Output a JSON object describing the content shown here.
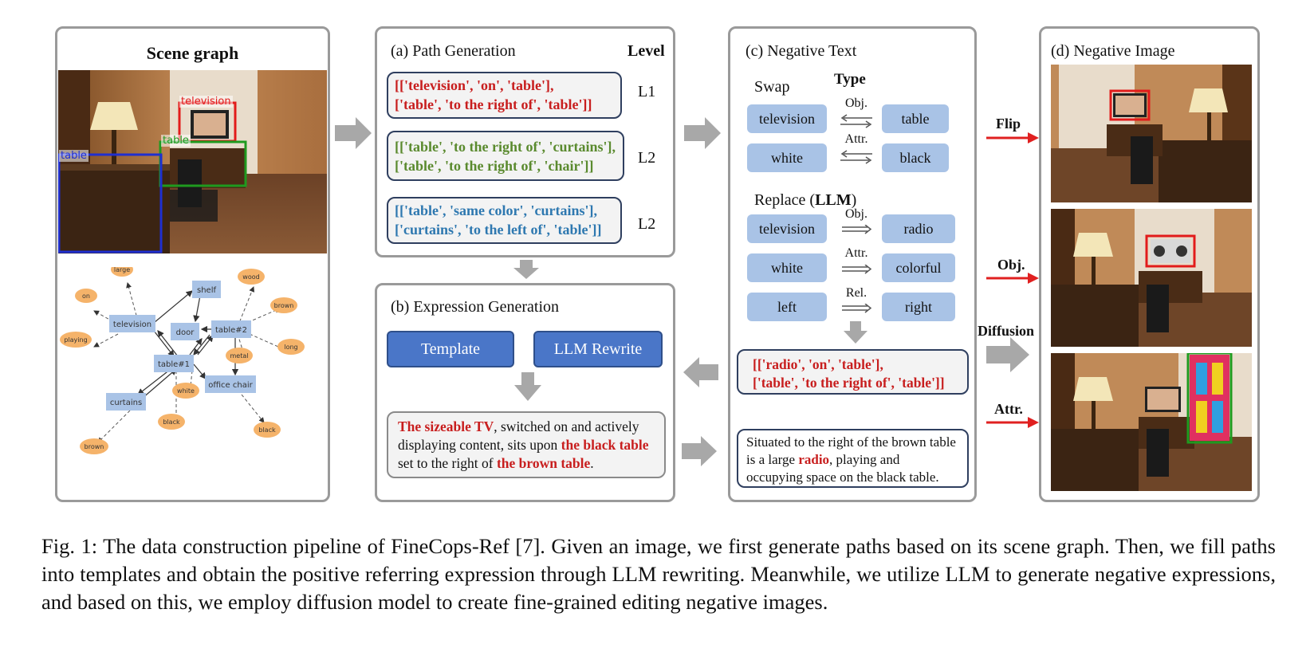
{
  "scene_graph": {
    "title": "Scene graph",
    "boxes": {
      "television": "television",
      "table_green": "table",
      "table_blue": "table"
    },
    "nodes": {
      "shelf": "shelf",
      "television": "television",
      "door": "door",
      "table2": "table#2",
      "table1": "table#1",
      "office_chair": "office chair",
      "curtains": "curtains"
    },
    "attrs": {
      "large": "large",
      "on": "on",
      "playing": "playing",
      "wood": "wood",
      "brown1": "brown",
      "long": "long",
      "metal": "metal",
      "white": "white",
      "black1": "black",
      "black2": "black",
      "brown2": "brown"
    }
  },
  "path_generation": {
    "title": "(a) Path Generation",
    "level_header": "Level",
    "paths": [
      {
        "line1": "[['television', 'on', 'table'],",
        "line2": "['table', 'to the right of', 'table']]",
        "level": "L1"
      },
      {
        "line1": "[['table', 'to the right of', 'curtains'],",
        "line2": "['table', 'to the right of', 'chair']]",
        "level": "L2"
      },
      {
        "line1": "[['table', 'same color', 'curtains'],",
        "line2": "['curtains', 'to the left of', 'table']]",
        "level": "L2"
      }
    ]
  },
  "expression_generation": {
    "title": "(b) Expression Generation",
    "template_label": "Template",
    "llm_rewrite_label": "LLM Rewrite",
    "expression": {
      "hl1": "The sizeable TV",
      "t1": ", switched on and actively displaying content, sits upon ",
      "hl2": "the black table",
      "t2": " set to the right of ",
      "hl3": "the brown table",
      "t3": "."
    }
  },
  "negative_text": {
    "title": "(c) Negative Text",
    "swap_label": "Swap",
    "type_label": "Type",
    "swap": [
      {
        "left": "television",
        "type": "Obj.",
        "right": "table"
      },
      {
        "left": "white",
        "type": "Attr.",
        "right": "black"
      }
    ],
    "replace_label": "Replace (",
    "replace_llm": "LLM",
    "replace_close": ")",
    "replace": [
      {
        "left": "television",
        "type": "Obj.",
        "right": "radio"
      },
      {
        "left": "white",
        "type": "Attr.",
        "right": "colorful"
      },
      {
        "left": "left",
        "type": "Rel.",
        "right": "right"
      }
    ],
    "neg_path_line1": "[['radio', 'on', 'table'],",
    "neg_path_line2": "['table', 'to the right of', 'table']]",
    "neg_expression": {
      "t1": "Situated to the right of the brown table is a large ",
      "hl": "radio",
      "t2": ", playing and occupying space on the black table."
    }
  },
  "negative_image": {
    "title": "(d) Negative Image",
    "flip_label": "Flip",
    "obj_label": "Obj.",
    "diffusion_label": "Diffusion",
    "attr_label": "Attr."
  },
  "caption": "Fig. 1: The data construction pipeline of FineCops-Ref [7]. Given an image, we first generate paths based on its scene graph. Then, we fill paths into templates and obtain the positive referring expression through LLM rewriting. Meanwhile, we utilize LLM to generate negative expressions, and based on this, we employ diffusion model to create fine-grained editing negative images.",
  "colors": {
    "highlight_red": "#c81e1e",
    "path_green": "#5a8a2e",
    "path_blue": "#2e78b0",
    "chip_blue": "#a9c3e6",
    "button_blue": "#4a76c8",
    "arrow_gray": "#a8a8a8",
    "arrow_red": "#e02020"
  }
}
